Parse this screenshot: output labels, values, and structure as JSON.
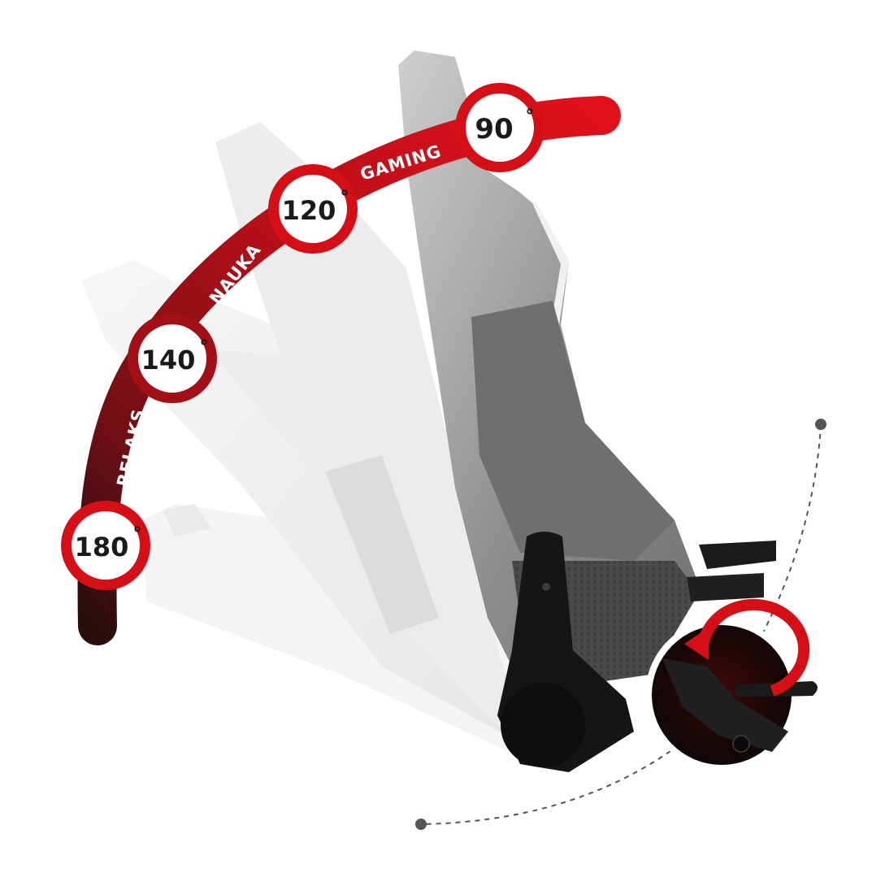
{
  "colors": {
    "red": "#d60f17",
    "dark_red": "#7d0f15",
    "darkest": "#2a0e0e",
    "chair_grey": "#8d8d8d",
    "frame_black": "#151515"
  },
  "angles": [
    {
      "label": "90",
      "unit": "°"
    },
    {
      "label": "120",
      "unit": "°"
    },
    {
      "label": "140",
      "unit": "°"
    },
    {
      "label": "180",
      "unit": "°"
    }
  ],
  "modes": [
    {
      "label": "GAMING"
    },
    {
      "label": "NAUKA"
    },
    {
      "label": "RELAKS"
    }
  ],
  "icons": {
    "detail": "recline-lever-rotate-icon",
    "arrow": "rotate-arrow-icon"
  }
}
